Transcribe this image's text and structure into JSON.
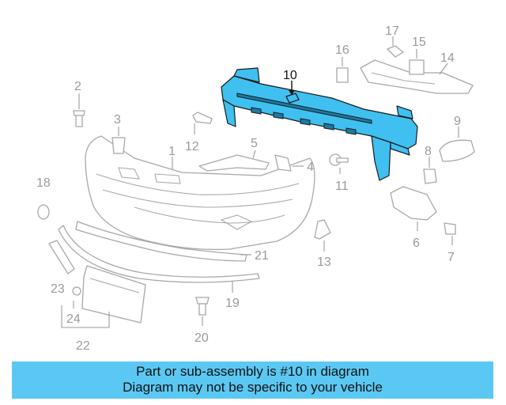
{
  "diagram": {
    "callouts": [
      "1",
      "2",
      "3",
      "4",
      "5",
      "6",
      "7",
      "8",
      "9",
      "10",
      "11",
      "12",
      "13",
      "14",
      "15",
      "16",
      "17",
      "18",
      "19",
      "20",
      "21",
      "22",
      "23",
      "24"
    ],
    "highlighted_part": "10"
  },
  "banner": {
    "line1": "Part or sub-assembly is #10 in diagram",
    "line2": "Diagram may not be specific to your vehicle"
  },
  "colors": {
    "highlight": "#3fc0f0",
    "banner": "#5bc8f3",
    "line_art": "#a8a8a8"
  }
}
